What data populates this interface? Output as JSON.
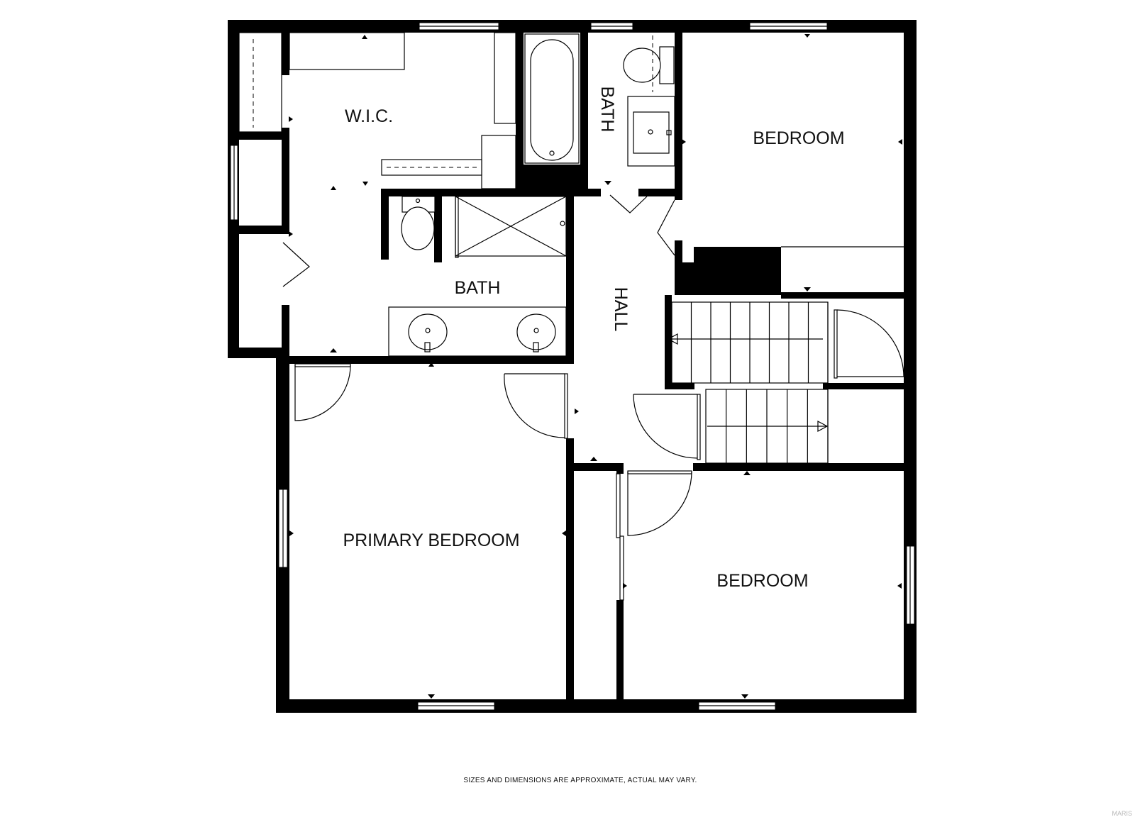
{
  "rooms": {
    "wic": "W.I.C.",
    "bath_upper": "BATH",
    "bedroom_ne": "BEDROOM",
    "bath_main": "BATH",
    "hall": "HALL",
    "primary_bedroom": "PRIMARY BEDROOM",
    "bedroom_se": "BEDROOM"
  },
  "disclaimer": "SIZES AND DIMENSIONS ARE APPROXIMATE, ACTUAL MAY VARY.",
  "watermark": "MARIS",
  "colors": {
    "wall": "#000000",
    "background": "#ffffff"
  }
}
